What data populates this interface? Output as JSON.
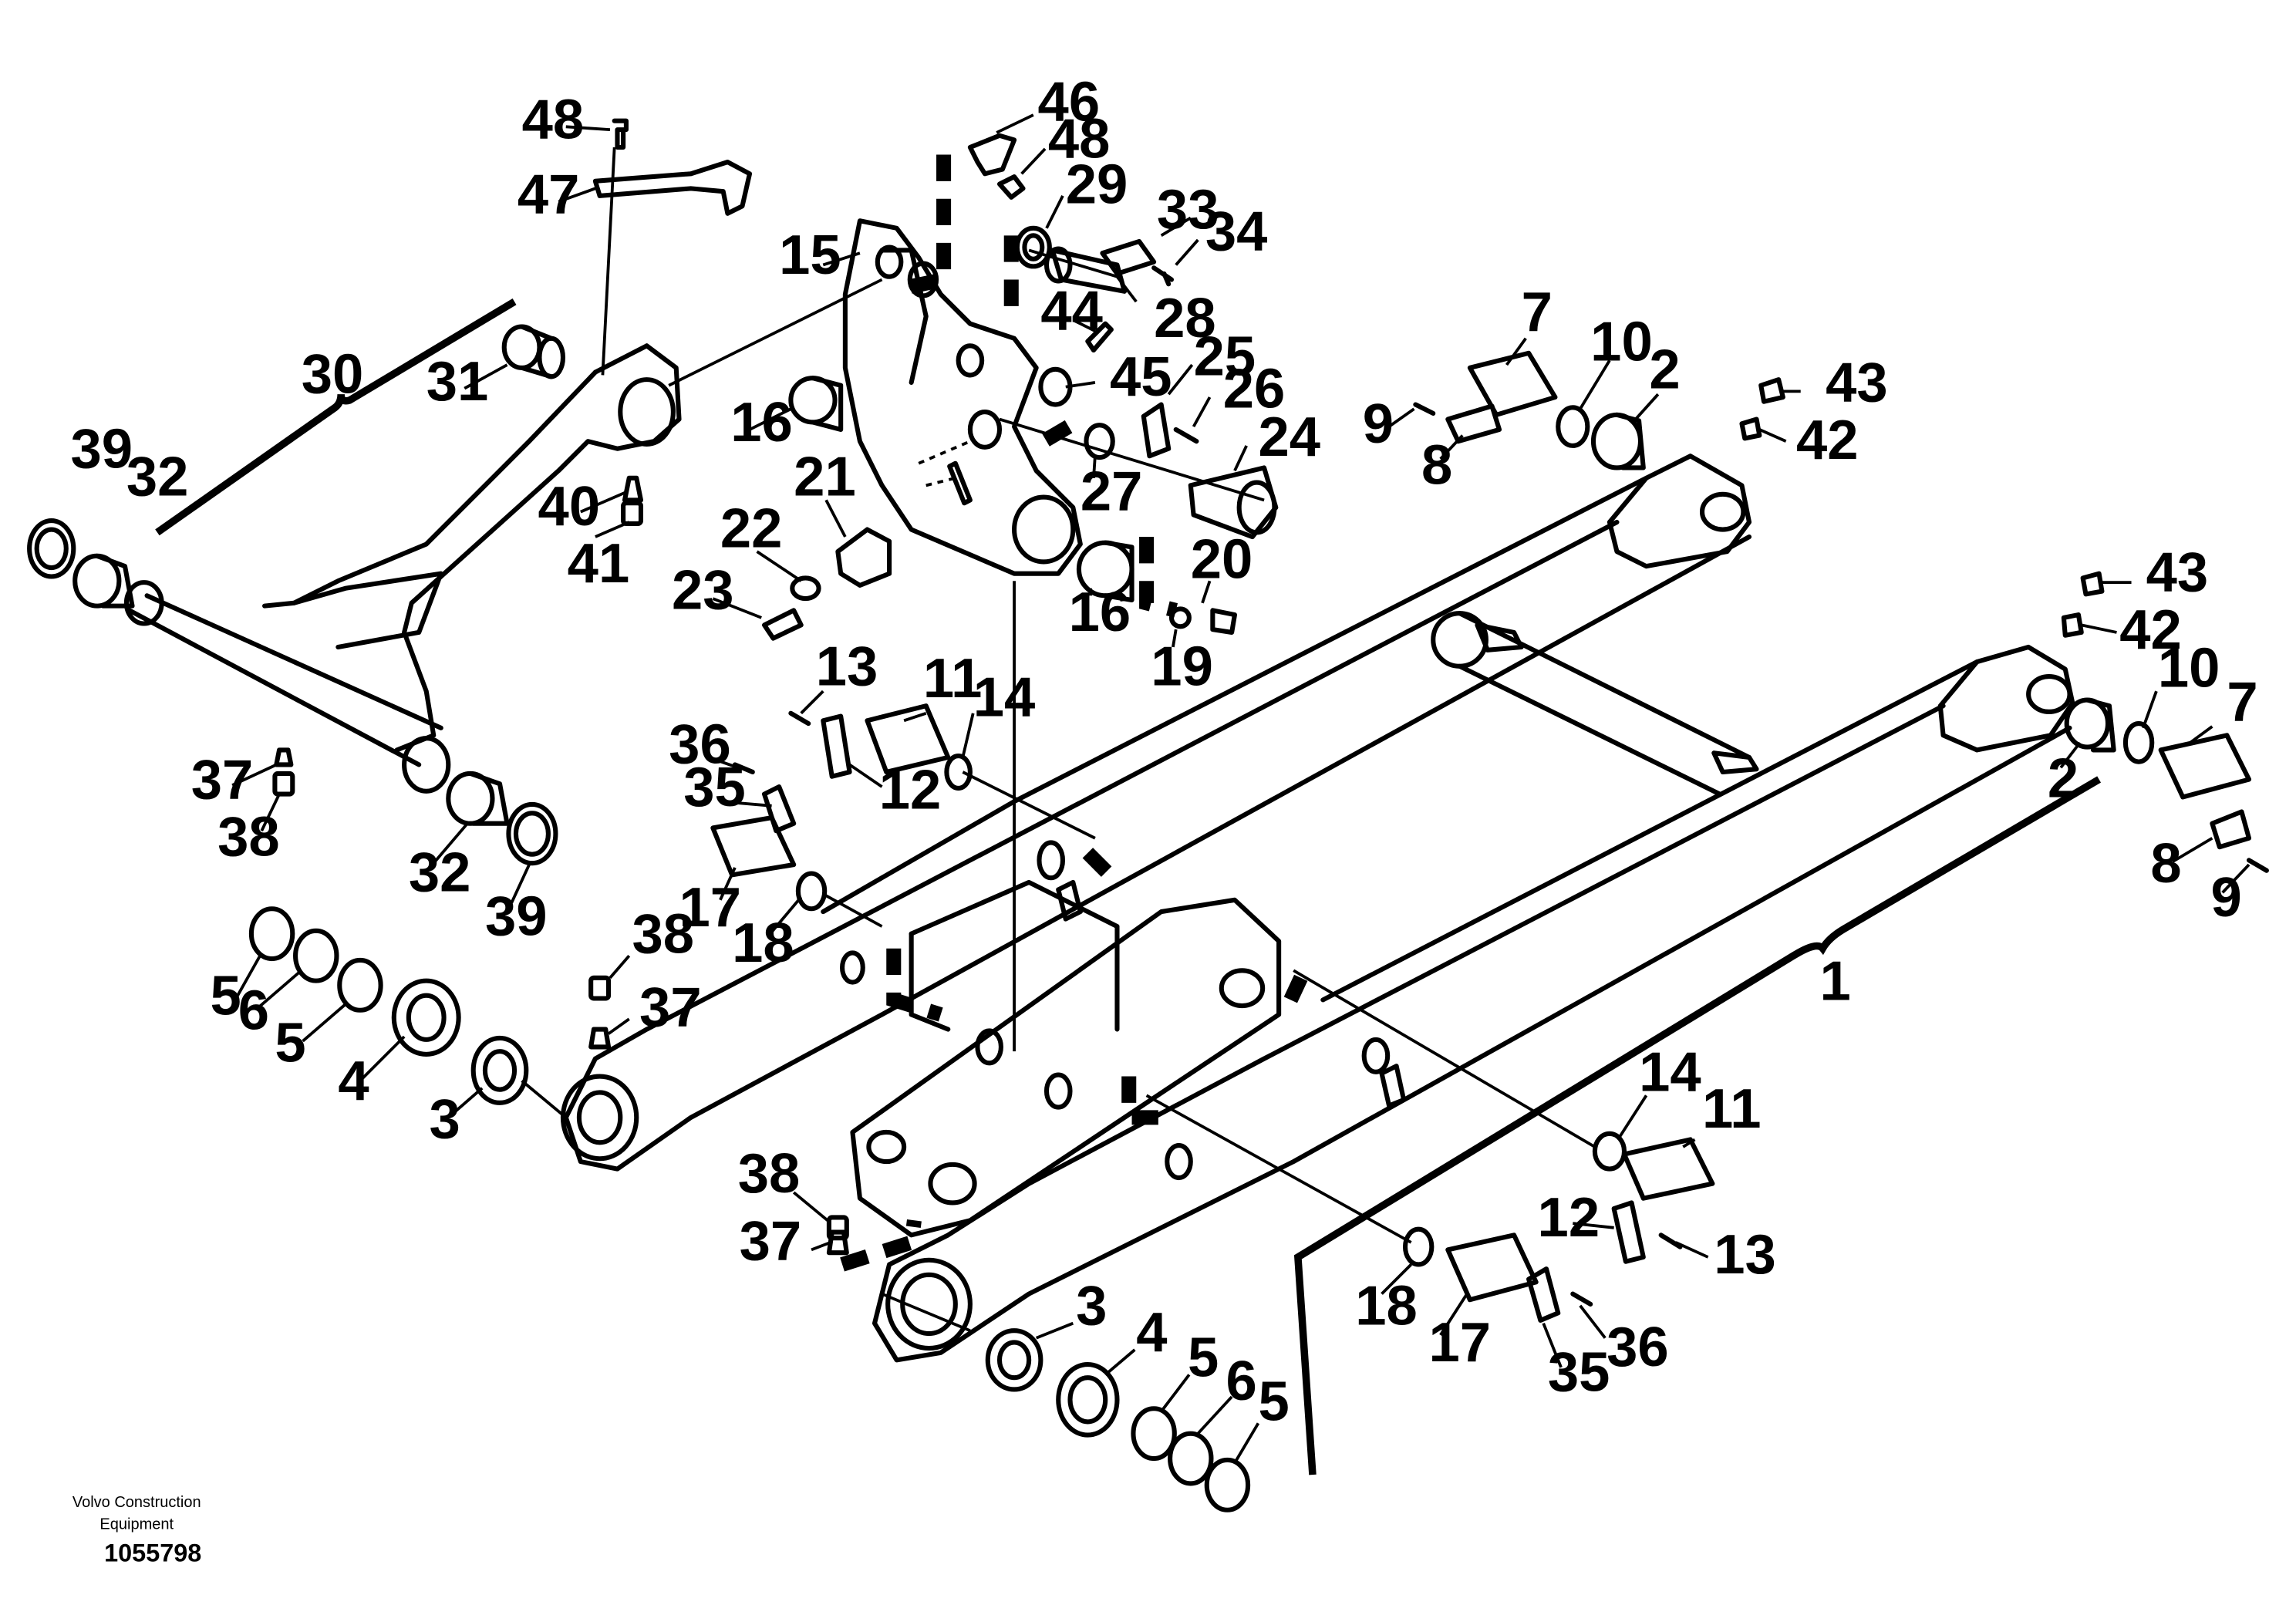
{
  "footer": {
    "maker_line1": "Volvo Construction",
    "maker_line2": "Equipment",
    "drawing_number": "1055798"
  },
  "callouts": [
    {
      "id": "c48a",
      "text": "48"
    },
    {
      "id": "c47",
      "text": "47"
    },
    {
      "id": "c46",
      "text": "46"
    },
    {
      "id": "c48b",
      "text": "48"
    },
    {
      "id": "c29",
      "text": "29"
    },
    {
      "id": "c33",
      "text": "33"
    },
    {
      "id": "c34",
      "text": "34"
    },
    {
      "id": "c15",
      "text": "15"
    },
    {
      "id": "c28",
      "text": "28"
    },
    {
      "id": "c44",
      "text": "44"
    },
    {
      "id": "c25",
      "text": "25"
    },
    {
      "id": "c26",
      "text": "26"
    },
    {
      "id": "c45",
      "text": "45"
    },
    {
      "id": "c24",
      "text": "24"
    },
    {
      "id": "c30",
      "text": "30"
    },
    {
      "id": "c31",
      "text": "31"
    },
    {
      "id": "c16a",
      "text": "16"
    },
    {
      "id": "c39a",
      "text": "39"
    },
    {
      "id": "c32a",
      "text": "32"
    },
    {
      "id": "c40",
      "text": "40"
    },
    {
      "id": "c41",
      "text": "41"
    },
    {
      "id": "c21",
      "text": "21"
    },
    {
      "id": "c27",
      "text": "27"
    },
    {
      "id": "c22",
      "text": "22"
    },
    {
      "id": "c20",
      "text": "20"
    },
    {
      "id": "c23",
      "text": "23"
    },
    {
      "id": "c16b",
      "text": "16"
    },
    {
      "id": "c19",
      "text": "19"
    },
    {
      "id": "c7a",
      "text": "7"
    },
    {
      "id": "c10a",
      "text": "10"
    },
    {
      "id": "c2a",
      "text": "2"
    },
    {
      "id": "c43a",
      "text": "43"
    },
    {
      "id": "c9a",
      "text": "9"
    },
    {
      "id": "c42a",
      "text": "42"
    },
    {
      "id": "c8a",
      "text": "8"
    },
    {
      "id": "c43b",
      "text": "43"
    },
    {
      "id": "c42b",
      "text": "42"
    },
    {
      "id": "c10b",
      "text": "10"
    },
    {
      "id": "c7b",
      "text": "7"
    },
    {
      "id": "c2b",
      "text": "2"
    },
    {
      "id": "c8b",
      "text": "8"
    },
    {
      "id": "c9b",
      "text": "9"
    },
    {
      "id": "c13a",
      "text": "13"
    },
    {
      "id": "c11a",
      "text": "11"
    },
    {
      "id": "c14a",
      "text": "14"
    },
    {
      "id": "c36a",
      "text": "36"
    },
    {
      "id": "c12a",
      "text": "12"
    },
    {
      "id": "c37a",
      "text": "37"
    },
    {
      "id": "c35a",
      "text": "35"
    },
    {
      "id": "c38a",
      "text": "38"
    },
    {
      "id": "c17a",
      "text": "17"
    },
    {
      "id": "c32b",
      "text": "32"
    },
    {
      "id": "c39b",
      "text": "39"
    },
    {
      "id": "c18a",
      "text": "18"
    },
    {
      "id": "c38b",
      "text": "38"
    },
    {
      "id": "c5a",
      "text": "5"
    },
    {
      "id": "c6a",
      "text": "6"
    },
    {
      "id": "c5b",
      "text": "5"
    },
    {
      "id": "c37b",
      "text": "37"
    },
    {
      "id": "c1",
      "text": "1"
    },
    {
      "id": "c4a",
      "text": "4"
    },
    {
      "id": "c3a",
      "text": "3"
    },
    {
      "id": "c14b",
      "text": "14"
    },
    {
      "id": "c11b",
      "text": "11"
    },
    {
      "id": "c38c",
      "text": "38"
    },
    {
      "id": "c12b",
      "text": "12"
    },
    {
      "id": "c13b",
      "text": "13"
    },
    {
      "id": "c37c",
      "text": "37"
    },
    {
      "id": "c3b",
      "text": "3"
    },
    {
      "id": "c18b",
      "text": "18"
    },
    {
      "id": "c36b",
      "text": "36"
    },
    {
      "id": "c17b",
      "text": "17"
    },
    {
      "id": "c4b",
      "text": "4"
    },
    {
      "id": "c35b",
      "text": "35"
    },
    {
      "id": "c5c",
      "text": "5"
    },
    {
      "id": "c6b",
      "text": "6"
    },
    {
      "id": "c5d",
      "text": "5"
    }
  ]
}
